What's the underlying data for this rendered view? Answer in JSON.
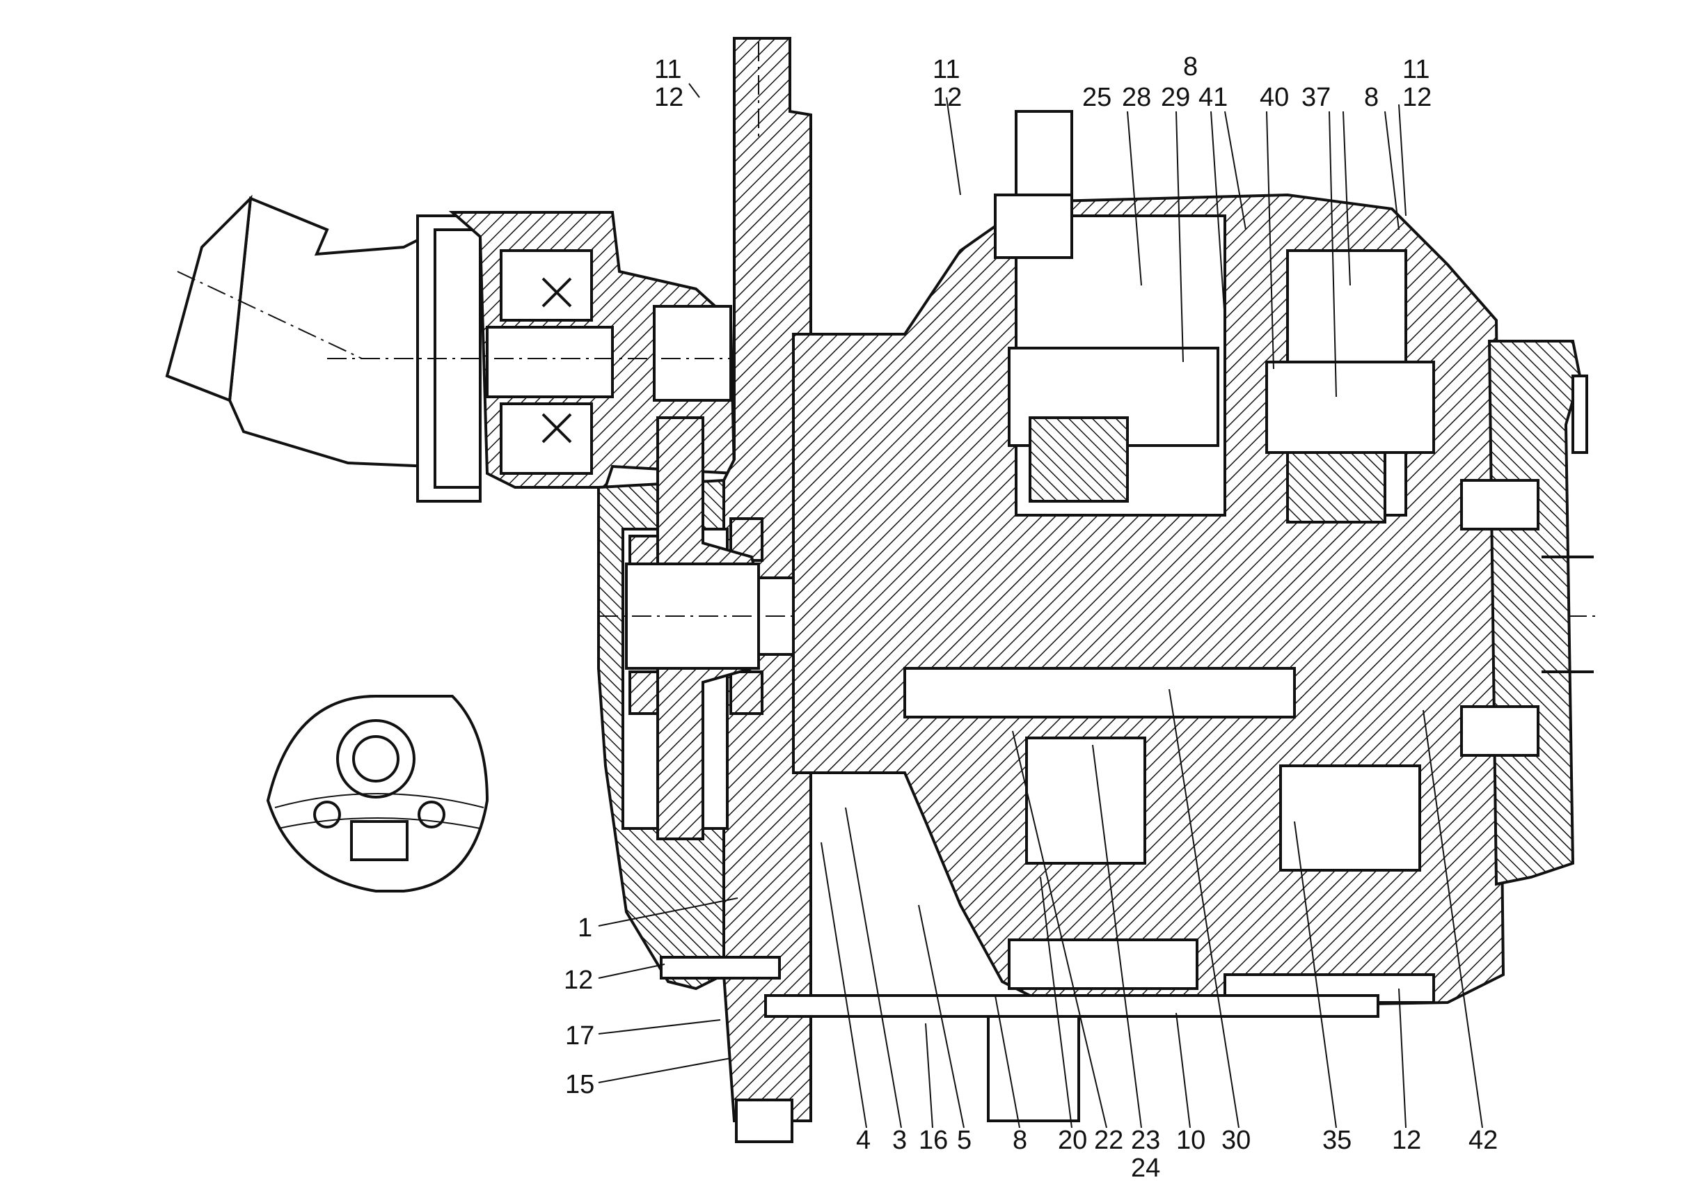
{
  "callouts": {
    "c11_a": "11",
    "c12_a": "12",
    "c11_b": "11",
    "c12_b": "12",
    "c25": "25",
    "c28": "28",
    "c29": "29",
    "c8_a": "8",
    "c41": "41",
    "c40": "40",
    "c37": "37",
    "c8_b": "8",
    "c11_c": "11",
    "c12_c": "12",
    "c1": "1",
    "c12_d": "12",
    "c17": "17",
    "c15": "15",
    "c4": "4",
    "c3": "3",
    "c16": "16",
    "c5": "5",
    "c8_c": "8",
    "c20": "20",
    "c22": "22",
    "c23": "23",
    "c24": "24",
    "c10": "10",
    "c30": "30",
    "c35": "35",
    "c12_e": "12",
    "c42": "42"
  }
}
